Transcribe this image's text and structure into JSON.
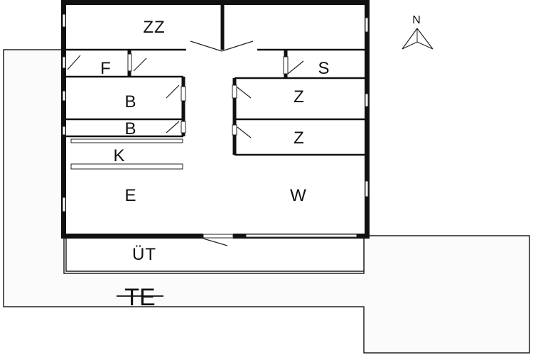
{
  "plan": {
    "colors": {
      "wall": "#111111",
      "line": "#222222",
      "floor": "#ffffff",
      "terrace": "#fbfbfb",
      "window": "#ffffff"
    },
    "rooms": {
      "zz": "ZZ",
      "f": "F",
      "s": "S",
      "b1": "B",
      "b2": "B",
      "z1": "Z",
      "z2": "Z",
      "k": "K",
      "e": "E",
      "w": "W",
      "ut": "ÜT"
    },
    "terrace_symbol": "TE",
    "compass": {
      "label": "N",
      "icon": "north-arrow-icon"
    }
  }
}
